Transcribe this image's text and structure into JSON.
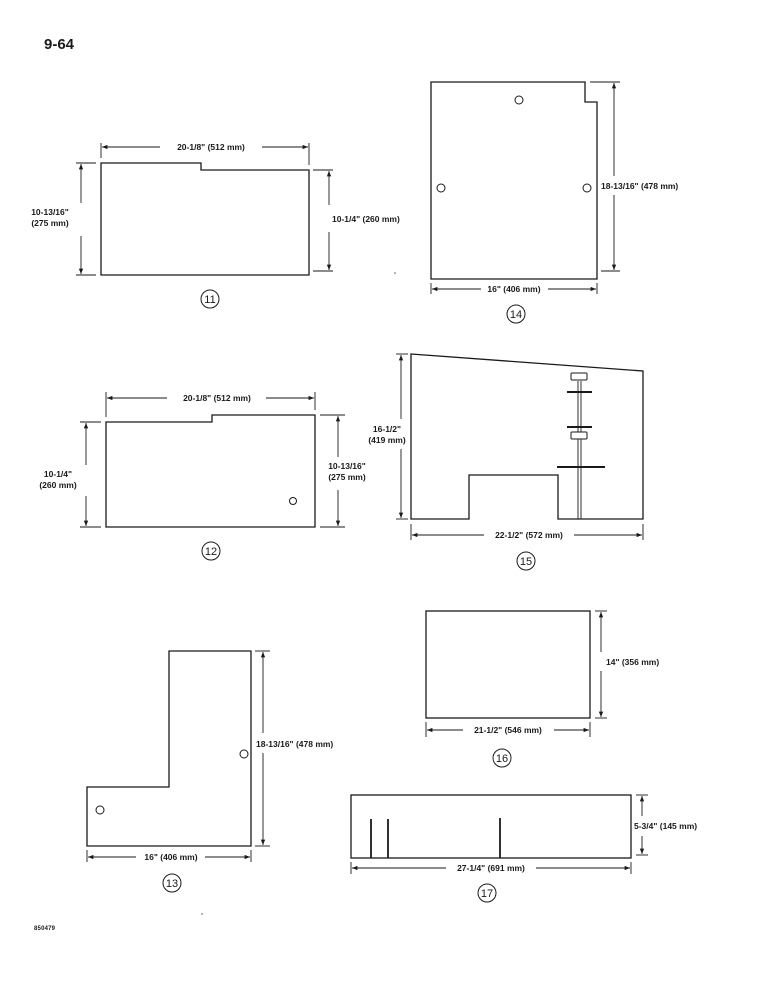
{
  "page_number": "9-64",
  "figure_code": "850479",
  "parts": {
    "p11": {
      "number": "11",
      "width_label": "20-1/8\" (512 mm)",
      "left_label_line1": "10-13/16\"",
      "left_label_line2": "(275 mm)",
      "right_label": "10-1/4\" (260 mm)"
    },
    "p12": {
      "number": "12",
      "width_label": "20-1/8\" (512 mm)",
      "left_label_line1": "10-1/4\"",
      "left_label_line2": "(260 mm)",
      "right_label_line1": "10-13/16\"",
      "right_label_line2": "(275 mm)"
    },
    "p13": {
      "number": "13",
      "width_label": "16\" (406 mm)",
      "height_label": "18-13/16\" (478 mm)"
    },
    "p14": {
      "number": "14",
      "width_label": "16\" (406 mm)",
      "height_label": "18-13/16\" (478 mm)"
    },
    "p15": {
      "number": "15",
      "width_label": "22-1/2\" (572 mm)",
      "height_label_line1": "16-1/2\"",
      "height_label_line2": "(419 mm)"
    },
    "p16": {
      "number": "16",
      "width_label": "21-1/2\" (546 mm)",
      "height_label": "14\" (356 mm)"
    },
    "p17": {
      "number": "17",
      "width_label": "27-1/4\" (691 mm)",
      "height_label": "5-3/4\" (145 mm)"
    }
  }
}
